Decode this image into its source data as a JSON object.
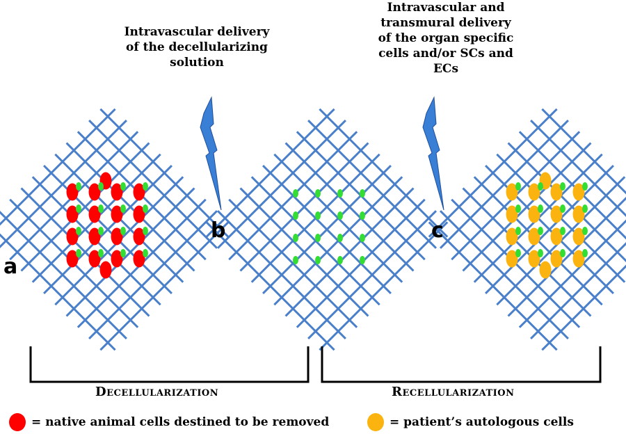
{
  "captions": {
    "left": [
      "Intravascular delivery",
      "of the decellularizing",
      "solution"
    ],
    "right": [
      "Intravascular  and",
      "transmural delivery",
      "of the organ specific",
      "cells and/or SCs and",
      "ECs"
    ]
  },
  "panels": {
    "a": "a",
    "b": "b",
    "c": "c"
  },
  "stages": {
    "decell": "Decellularization",
    "recell": "Recellularization"
  },
  "legend": [
    {
      "text": "= native animal cells destined to be removed",
      "color": "#ff0000"
    },
    {
      "text": "= patient’s autologous cells",
      "color": "#fbb40f"
    }
  ],
  "colors": {
    "scaffold": "#4a7fc9",
    "native_cell": "#ff0000",
    "autologous_cell": "#fbb40f",
    "stromal_cell": "#33dd33",
    "bolt": "#3a7fd6"
  }
}
